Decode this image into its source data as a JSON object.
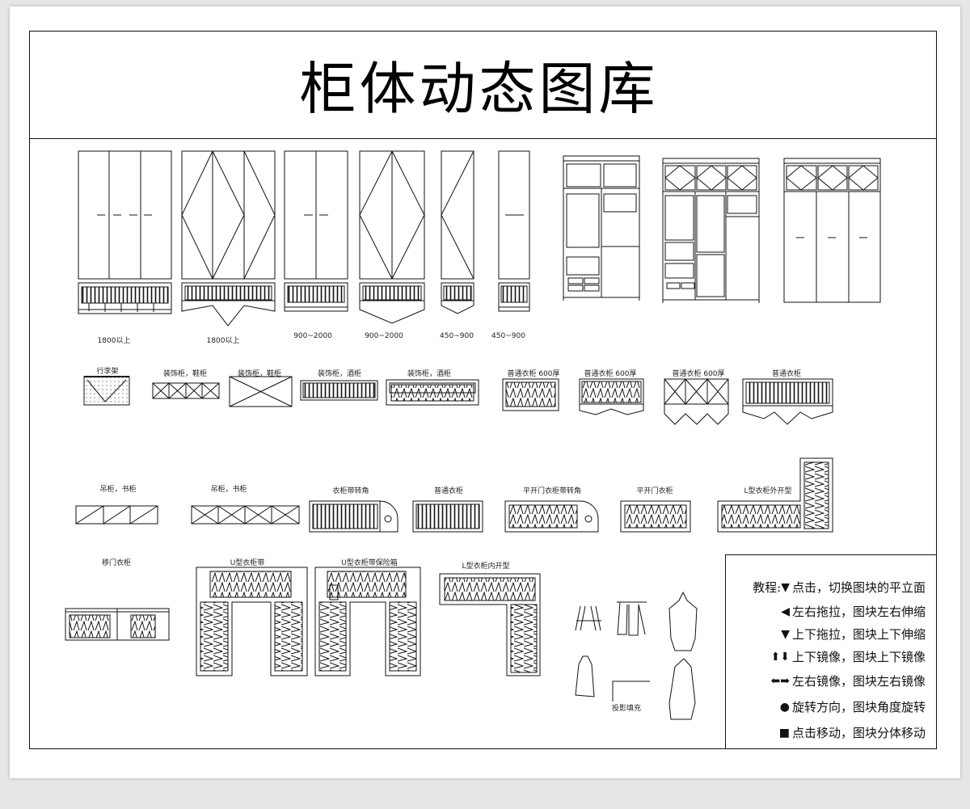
{
  "page": {
    "title": "柜体动态图库"
  },
  "labels": {
    "r1_1": "1800以上",
    "r1_2": "1800以上",
    "r1_3": "900~2000",
    "r1_4": "900~2000",
    "r1_5": "450~900",
    "r1_6": "450~900",
    "r2_1": "行李架",
    "r2_2": "装饰柜，鞋柜",
    "r2_3": "装饰柜，鞋柜",
    "r2_4": "装饰柜，酒柜",
    "r2_5": "装饰柜，酒柜",
    "r2_6": "普通衣柜 600厚",
    "r2_7": "普通衣柜 600厚",
    "r2_8": "普通衣柜 600厚",
    "r2_9": "普通衣柜",
    "r3_1": "吊柜，书柜",
    "r3_2": "吊柜，书柜",
    "r3_3": "衣柜带转角",
    "r3_4": "普通衣柜",
    "r3_5": "平开门衣柜带转角",
    "r3_6": "平开门衣柜",
    "r3_7": "L型衣柜外开型",
    "r4_1": "移门衣柜",
    "r4_2": "U型衣柜带",
    "r4_3": "U型衣柜带保险箱",
    "r4_4": "L型衣柜内开型",
    "r4_5": "投影填充"
  },
  "legend": {
    "prefix": "教程:",
    "items": [
      {
        "icon": "▼",
        "text": "点击，切换图块的平立面"
      },
      {
        "icon": "◀",
        "text": "左右拖拉，图块左右伸缩"
      },
      {
        "icon": "▼",
        "text": "上下拖拉，图块上下伸缩"
      },
      {
        "icon": "⬆⬇",
        "text": "上下镜像，图块上下镜像"
      },
      {
        "icon": "⬅➡",
        "text": "左右镜像，图块左右镜像"
      },
      {
        "icon": "●",
        "text": "旋转方向，图块角度旋转"
      },
      {
        "icon": "■",
        "text": "点击移动，图块分体移动"
      }
    ]
  }
}
